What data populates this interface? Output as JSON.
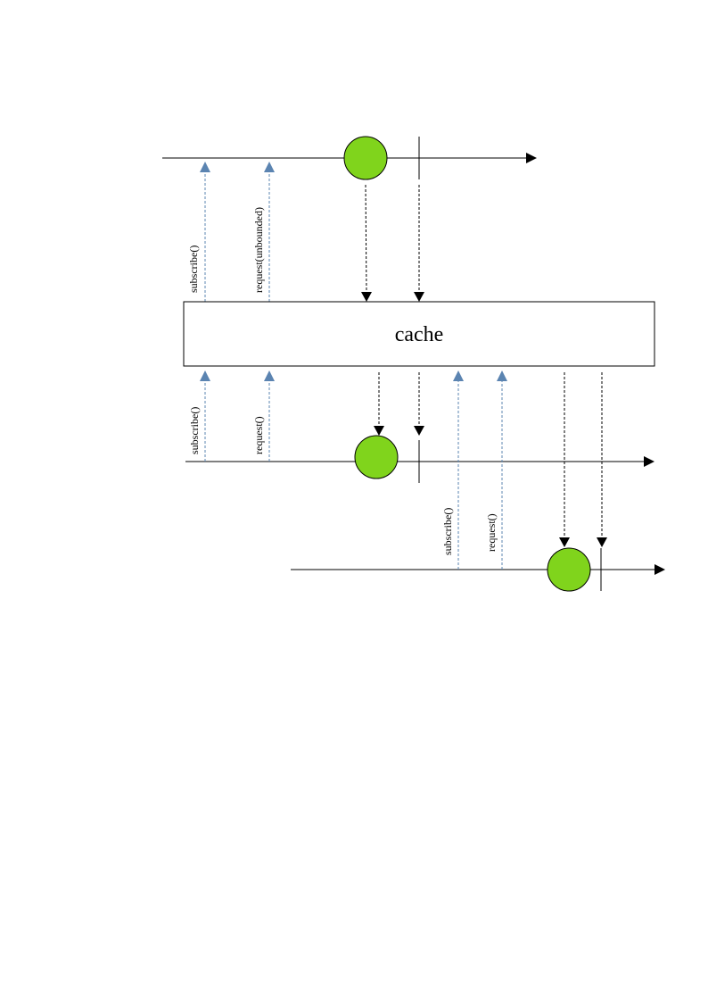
{
  "cache": {
    "label": "cache"
  },
  "upstream": {
    "subscribe_label": "subscribe()",
    "request_label": "request(unbounded)"
  },
  "subscriber_1": {
    "subscribe_label": "subscribe()",
    "request_label": "request()"
  },
  "subscriber_2": {
    "subscribe_label": "subscribe()",
    "request_label": "request()"
  },
  "colors": {
    "item": "#80d41c",
    "request_arrow": "#5b84b1",
    "line": "#000000"
  }
}
